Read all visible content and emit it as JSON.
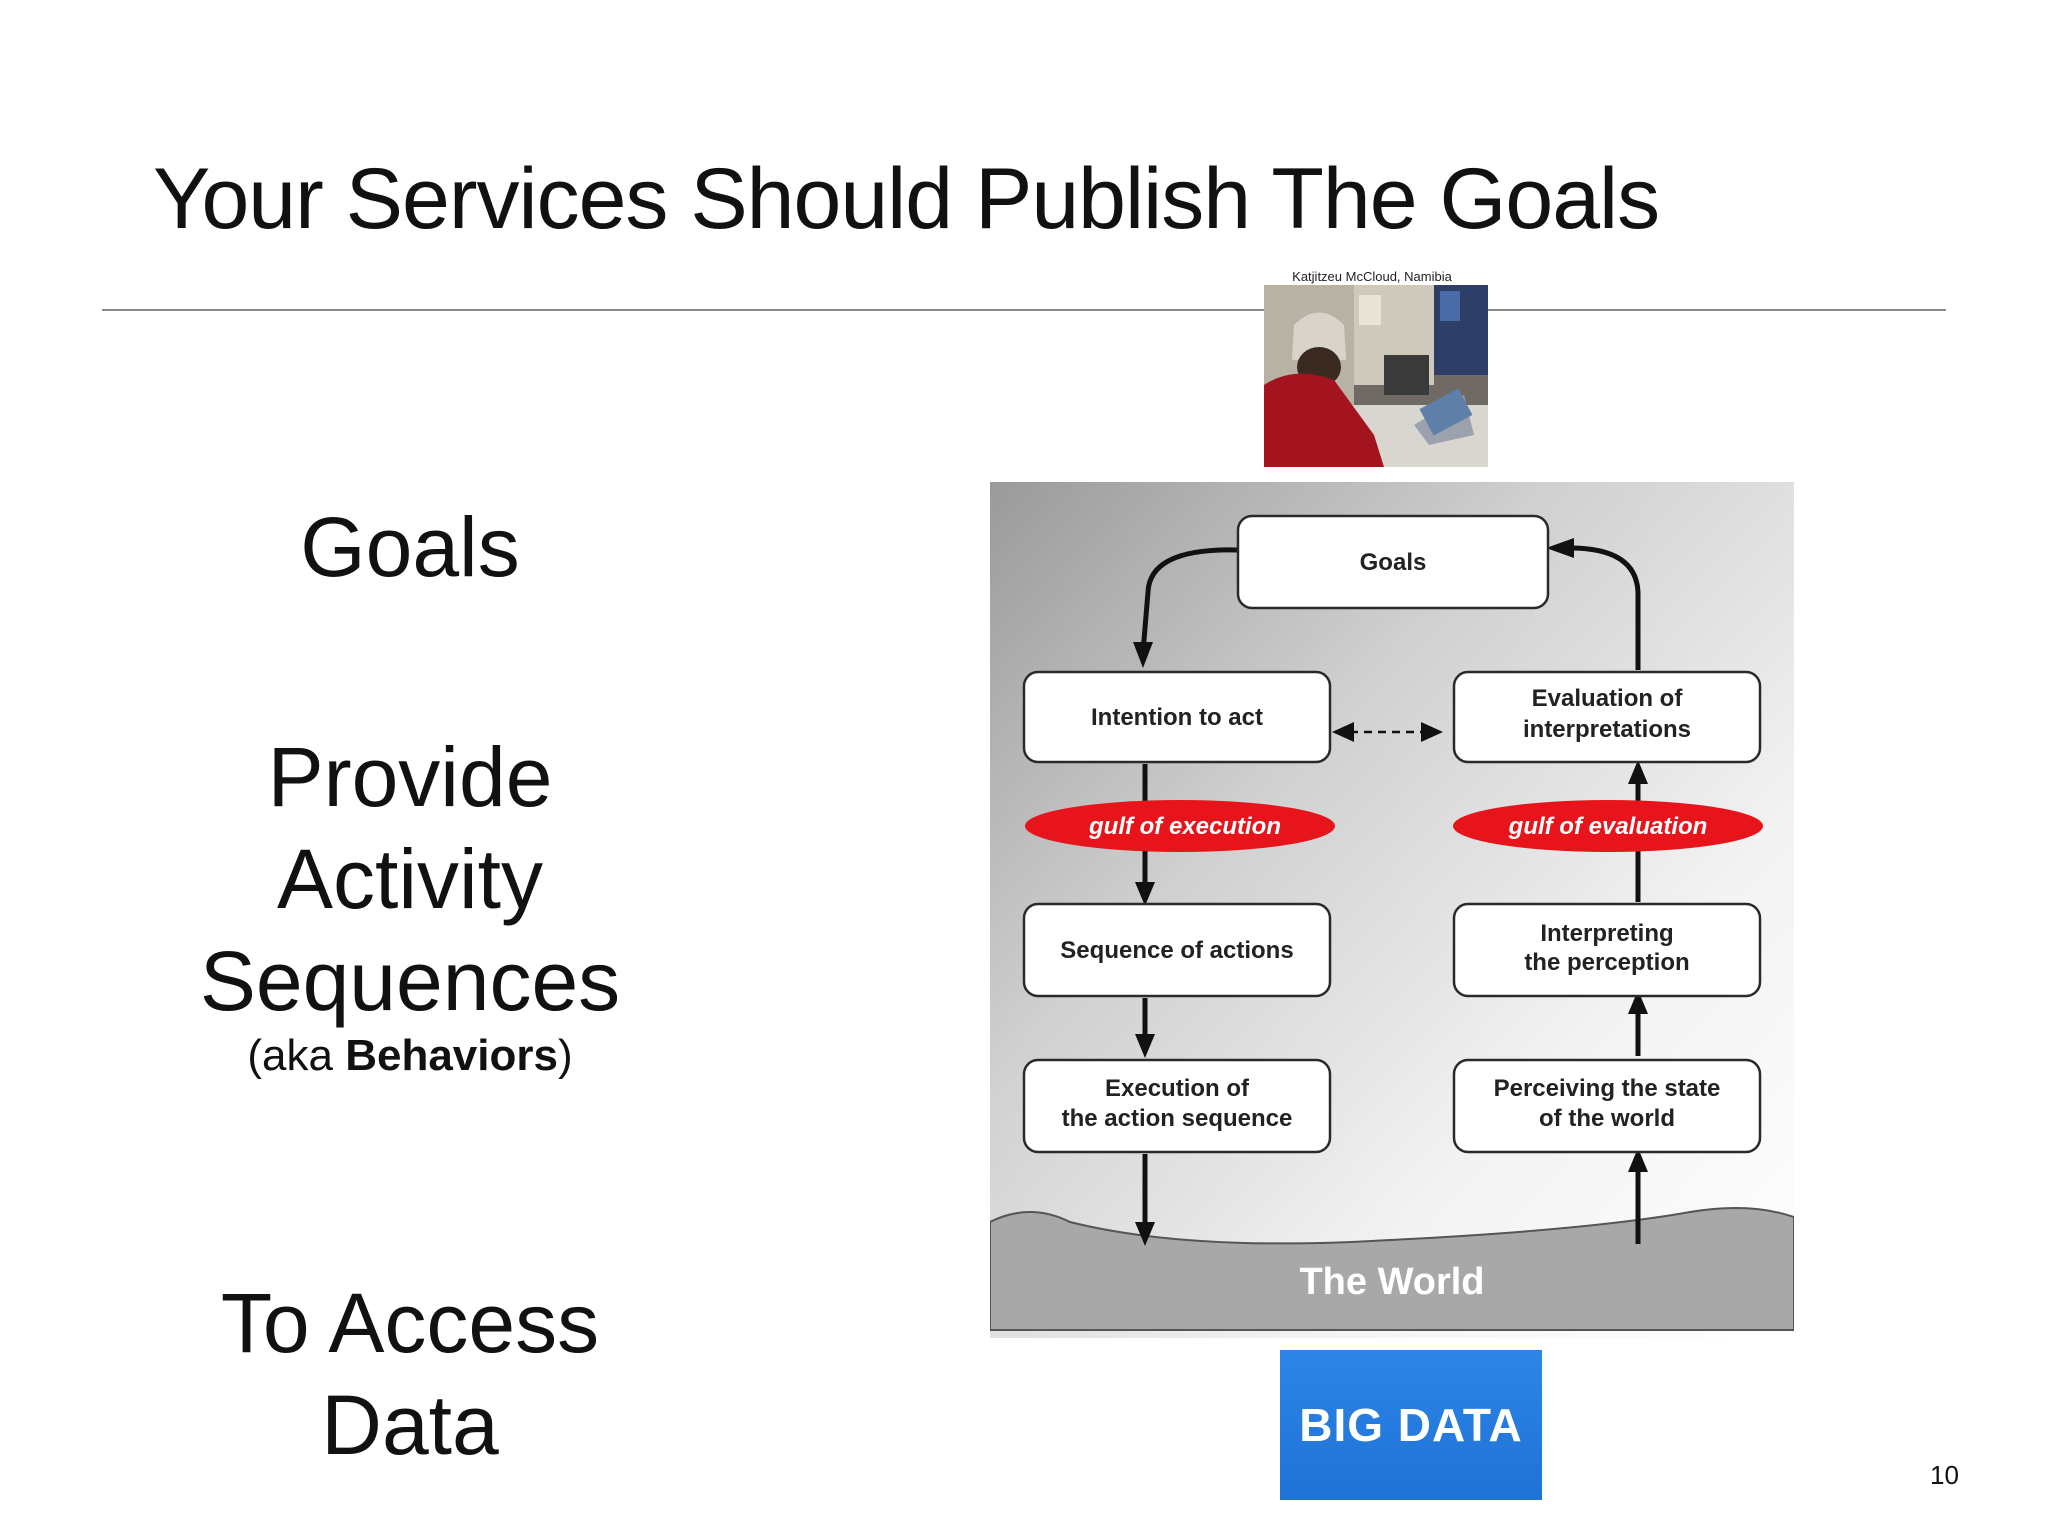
{
  "slide": {
    "title": "Your Services Should Publish The Goals",
    "page_number": "10"
  },
  "left": {
    "goals": "Goals",
    "provide_line1": "Provide",
    "provide_line2": "Activity",
    "provide_line3": "Sequences",
    "aka_prefix": "(aka ",
    "aka_bold": "Behaviors",
    "aka_suffix": ")",
    "access_line1": "To Access",
    "access_line2": "Data"
  },
  "photo": {
    "caption": "Katjitzeu McCloud, Namibia"
  },
  "diagram": {
    "goals": "Goals",
    "intention": "Intention to act",
    "evaluation_line1": "Evaluation of",
    "evaluation_line2": "interpretations",
    "gulf_execution": "gulf of execution",
    "gulf_evaluation": "gulf of evaluation",
    "sequence": "Sequence of actions",
    "interpreting_line1": "Interpreting",
    "interpreting_line2": "the perception",
    "execution_line1": "Execution of",
    "execution_line2": "the action sequence",
    "perceiving_line1": "Perceiving the state",
    "perceiving_line2": "of the world",
    "world": "The World"
  },
  "bigdata": {
    "label": "BIG DATA"
  },
  "colors": {
    "gulf_red": "#e8141b",
    "bigdata_blue": "#2479dc"
  }
}
